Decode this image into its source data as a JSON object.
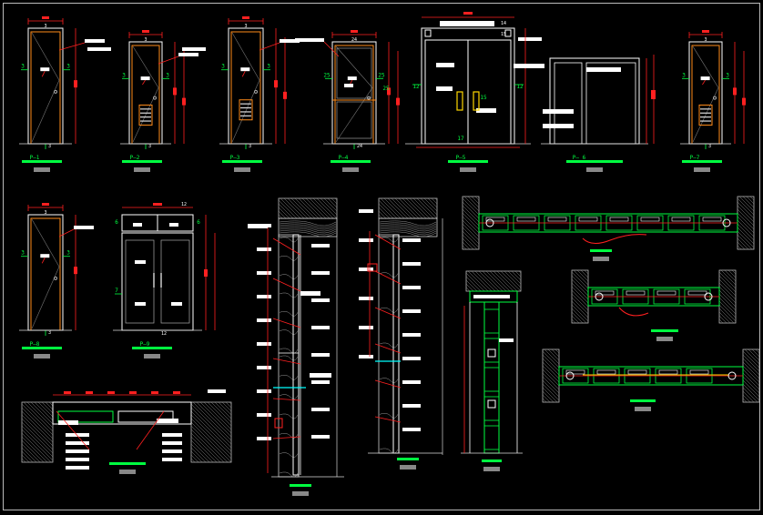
{
  "drawing": {
    "background": "#000000",
    "colors": {
      "outline": "#ffffff",
      "dimension": "#ff2020",
      "green": "#00ff40",
      "cyan": "#00ffff",
      "yellow": "#ffd700",
      "orange": "#ff8c1a",
      "wood": "#cfcfcf"
    },
    "elevations": [
      {
        "id": "P-1",
        "label": "P—1",
        "top_dim": "3",
        "side_mark": "3",
        "bottom_mark": "3"
      },
      {
        "id": "P-2",
        "label": "P—2",
        "top_dim": "3",
        "side_mark": "3",
        "bottom_mark": "3"
      },
      {
        "id": "P-3",
        "label": "P—3",
        "top_dim": "3",
        "side_mark": "3",
        "bottom_mark": "3"
      },
      {
        "id": "P-4",
        "label": "P—4",
        "top_dim": "24",
        "side_mark": "25",
        "bottom_mark": "24"
      },
      {
        "id": "P-5",
        "label": "P—5",
        "top_dim": "14",
        "side_mark": "12",
        "bottom_mark": "17"
      },
      {
        "id": "P-6",
        "label": "P— 6"
      },
      {
        "id": "P-7",
        "label": "P—7",
        "top_dim": "3",
        "side_mark": "3",
        "bottom_mark": "3"
      },
      {
        "id": "P-8",
        "label": "P—8",
        "top_dim": "3",
        "side_mark": "3",
        "bottom_mark": "3"
      },
      {
        "id": "P-9",
        "label": "P—9",
        "top_dim": "12",
        "side_mark": "7",
        "bottom_mark": "12"
      }
    ],
    "extra_marks": {
      "p5_top2": "15",
      "p5_mid": "15",
      "p5_right": "12",
      "p4_right": "25",
      "p9_left": "6",
      "p9_right": "6"
    }
  }
}
